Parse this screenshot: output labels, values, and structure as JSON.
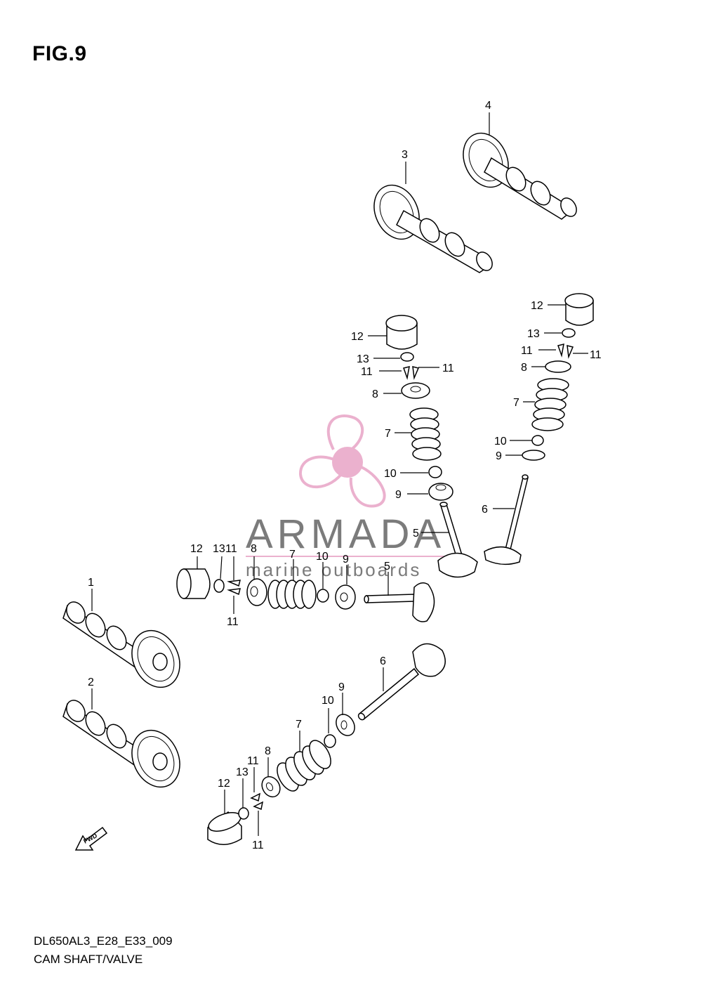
{
  "figure": {
    "title": "FIG.9",
    "model_code": "DL650AL3_E28_E33_009",
    "name": "CAM SHAFT/VALVE",
    "fwd_label": "FWD"
  },
  "watermark": {
    "brand": "ARMADA",
    "tagline": "marine outboards",
    "color": "#e9a9c9"
  },
  "callouts": {
    "c1": "1",
    "c2": "2",
    "c3": "3",
    "c4": "4",
    "tr12": "12",
    "tr13": "13",
    "tr11a": "11",
    "tr11b": "11",
    "tr8": "8",
    "tr7": "7",
    "tr10": "10",
    "tr9": "9",
    "tr6": "6",
    "mu12": "12",
    "mu13": "13",
    "mu11a": "11",
    "mu11b": "11",
    "mu8": "8",
    "mu7": "7",
    "mu10": "10",
    "mu9": "9",
    "mu5": "5",
    "ml12": "12",
    "ml13": "13",
    "ml11a": "11",
    "ml11b": "11",
    "ml8": "8",
    "ml7": "7",
    "ml10": "10",
    "ml9": "9",
    "ml5": "5",
    "lo12": "12",
    "lo13": "13",
    "lo11a": "11",
    "lo11b": "11",
    "lo8": "8",
    "lo7": "7",
    "lo10": "10",
    "lo9": "9",
    "lo6": "6"
  }
}
